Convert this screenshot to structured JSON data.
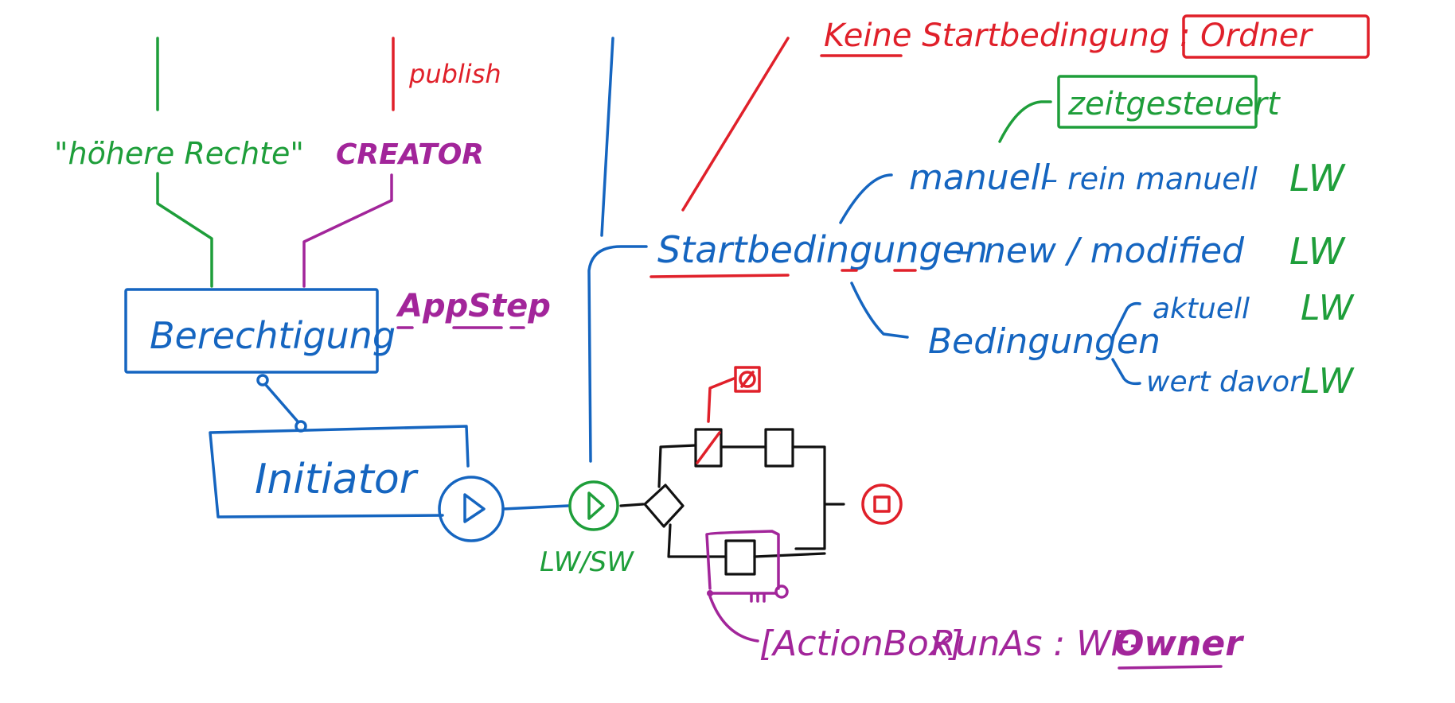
{
  "diagram": {
    "top_partial_label": "Keine Startbedingung : Ordner",
    "publish_label": "publish",
    "hoehere_rechte_label": "\"höhere Rechte\"",
    "creator_label": "CREATOR",
    "appstep_label": "AppStep",
    "berechtigung_label": "Berechtigung",
    "initiator_label": "Initiator",
    "lw_sw_label": "LW/SW",
    "startbedingungen_label": "Startbedingungen",
    "zeitgesteuert_label": "zeitgesteuert",
    "manuell_label": "manuell",
    "rein_manuell_label": "– rein manuell",
    "new_modified_label": "– new / modified",
    "bedingungen_label": "Bedingungen",
    "aktuell_label": "aktuell",
    "wert_davor_label": "wert davor",
    "lw_tags": [
      "LW",
      "LW",
      "LW",
      "LW"
    ],
    "actionbox_label": "[ActionBox]",
    "runas_label": "RunAs : WF-",
    "owner_label": "Owner"
  },
  "colors": {
    "blue": "#1565c0",
    "green": "#1e9e3a",
    "red": "#e0202a",
    "purple": "#a2259a",
    "black": "#111111"
  }
}
